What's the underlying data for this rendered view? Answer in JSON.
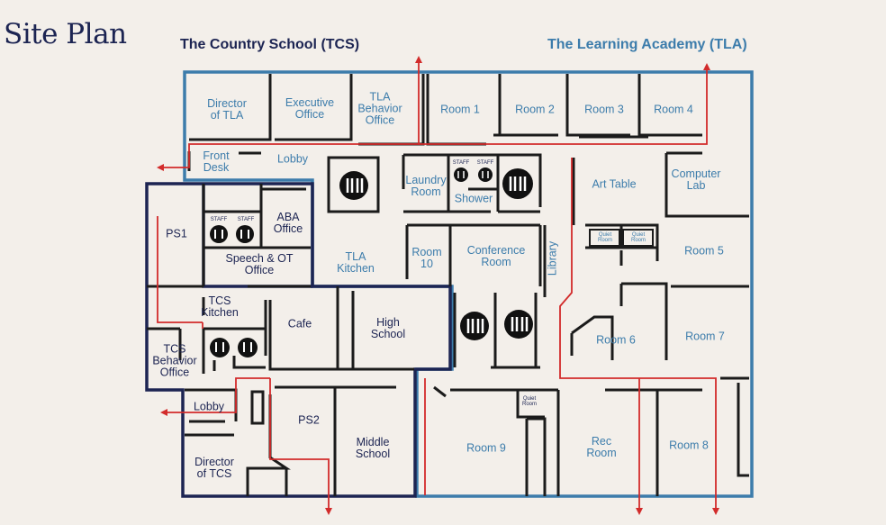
{
  "title": "Site Plan",
  "schools": {
    "tcs": "The Country School (TCS)",
    "tla": "The Learning Academy (TLA)"
  },
  "colors": {
    "background": "#f3efea",
    "tcs": "#1c2452",
    "tla": "#3c7cab",
    "walls": "#1b1b1b",
    "route": "#d22b2b"
  },
  "icons": {
    "restroom": "restroom-icon",
    "exit_arrow": "exit-arrow-icon"
  },
  "rooms": {
    "director_tla": "Director\nof TLA",
    "executive_office": "Executive\nOffice",
    "tla_behavior_office": "TLA\nBehavior\nOffice",
    "room1": "Room 1",
    "room2": "Room 2",
    "room3": "Room 3",
    "room4": "Room 4",
    "front_desk": "Front\nDesk",
    "lobby_top": "Lobby",
    "laundry_room": "Laundry\nRoom",
    "shower": "Shower",
    "art_table": "Art Table",
    "computer_lab": "Computer\nLab",
    "ps1": "PS1",
    "aba_office": "ABA\nOffice",
    "speech_ot": "Speech & OT\nOffice",
    "tla_kitchen": "TLA\nKitchen",
    "room10": "Room\n10",
    "conference_room": "Conference\nRoom",
    "library": "Library",
    "room5": "Room 5",
    "tcs_kitchen": "TCS\nKitchen",
    "cafe": "Cafe",
    "high_school": "High\nSchool",
    "room6": "Room 6",
    "room7": "Room 7",
    "tcs_behavior_office": "TCS\nBehavior\nOffice",
    "lobby_bottom": "Lobby",
    "ps2": "PS2",
    "middle_school": "Middle\nSchool",
    "room9": "Room 9",
    "rec_room": "Rec\nRoom",
    "room8": "Room 8",
    "director_tcs": "Director\nof TCS",
    "quiet_room": "Quiet\nRoom",
    "staff": "STAFF"
  }
}
